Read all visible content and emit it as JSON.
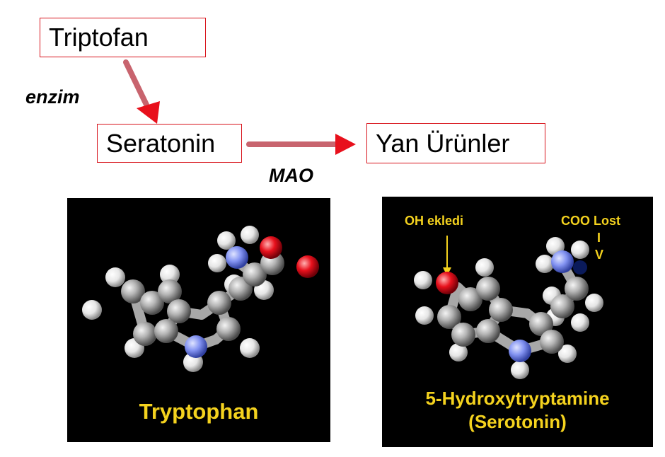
{
  "flow": {
    "triptofan": "Triptofan",
    "seratonin": "Seratonin",
    "yan_urunler": "Yan Ürünler",
    "enzim": "enzim",
    "mao": "MAO"
  },
  "tryptophan_panel": {
    "name": "Tryptophan"
  },
  "serotonin_panel": {
    "name": "5-Hydroxytryptamine",
    "subname": "(Serotonin)",
    "oh_label": "OH ekledi",
    "coo_label": "COO Lost",
    "coo_mark_1": "I",
    "coo_mark_2": "V"
  },
  "colors": {
    "box_border": "#d8141c",
    "arrow_shaft": "#c8646e",
    "arrow_head": "#e8101c",
    "panel_bg": "#000000",
    "label_yellow": "#f4d21e",
    "atom_carbon": "#a8a8a8",
    "atom_hydrogen": "#f2f2f2",
    "atom_nitrogen": "#8090f0",
    "atom_oxygen": "#e8101c"
  }
}
